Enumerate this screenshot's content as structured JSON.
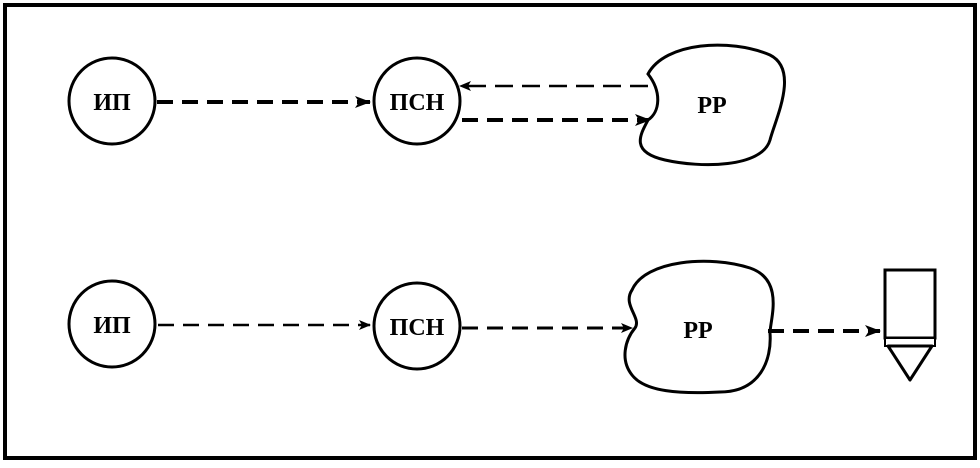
{
  "diagram": {
    "row1": {
      "source_label": "ИП",
      "hub_label": "ПСН",
      "target_label": "РР"
    },
    "row2": {
      "source_label": "ИП",
      "hub_label": "ПСН",
      "target_label": "РР"
    }
  },
  "colors": {
    "stroke": "#000000",
    "background": "#ffffff"
  },
  "icons": {
    "sink": "pen-marker-icon"
  }
}
